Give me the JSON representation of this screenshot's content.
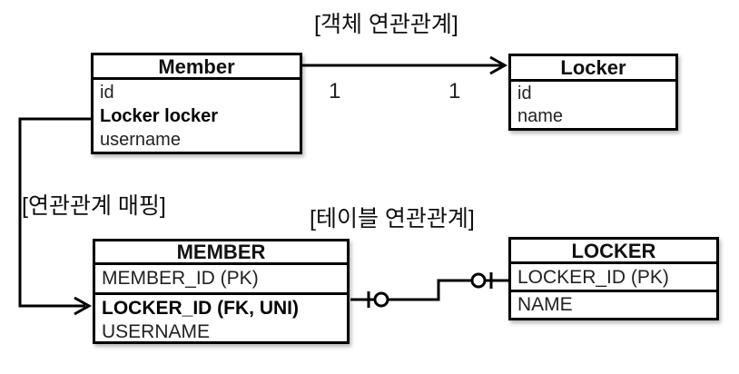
{
  "titles": {
    "object_association": "[객체 연관관계]",
    "mapping": "[연관관계 매핑]",
    "table_association": "[테이블 연관관계]"
  },
  "object_boxes": {
    "member": {
      "title": "Member",
      "fields": [
        {
          "label": "id",
          "bold": false
        },
        {
          "label": "Locker locker",
          "bold": true
        },
        {
          "label": "username",
          "bold": false
        }
      ]
    },
    "locker": {
      "title": "Locker",
      "fields": [
        {
          "label": "id",
          "bold": false
        },
        {
          "label": "name",
          "bold": false
        }
      ]
    }
  },
  "multiplicity": {
    "member_side": "1",
    "locker_side": "1"
  },
  "tables": {
    "member": {
      "title": "MEMBER",
      "rows": [
        {
          "label": "MEMBER_ID (PK)",
          "bold": false
        },
        {
          "label": "LOCKER_ID (FK, UNI)",
          "bold": true
        },
        {
          "label": "USERNAME",
          "bold": false
        }
      ]
    },
    "locker": {
      "title": "LOCKER",
      "rows": [
        {
          "label": "LOCKER_ID (PK)",
          "bold": false
        },
        {
          "label": "NAME",
          "bold": false
        }
      ]
    }
  },
  "connectors": {
    "object_association": "one-to-one arrow from Member to Locker",
    "mapping_arrow": "from Member.locker field to MEMBER.LOCKER_ID row",
    "table_relation": "zero-or-one to zero-or-one between MEMBER and LOCKER"
  },
  "colors": {
    "line": "#000000",
    "background": "#ffffff",
    "box_fill": "#ffffff",
    "text": "#111111"
  }
}
